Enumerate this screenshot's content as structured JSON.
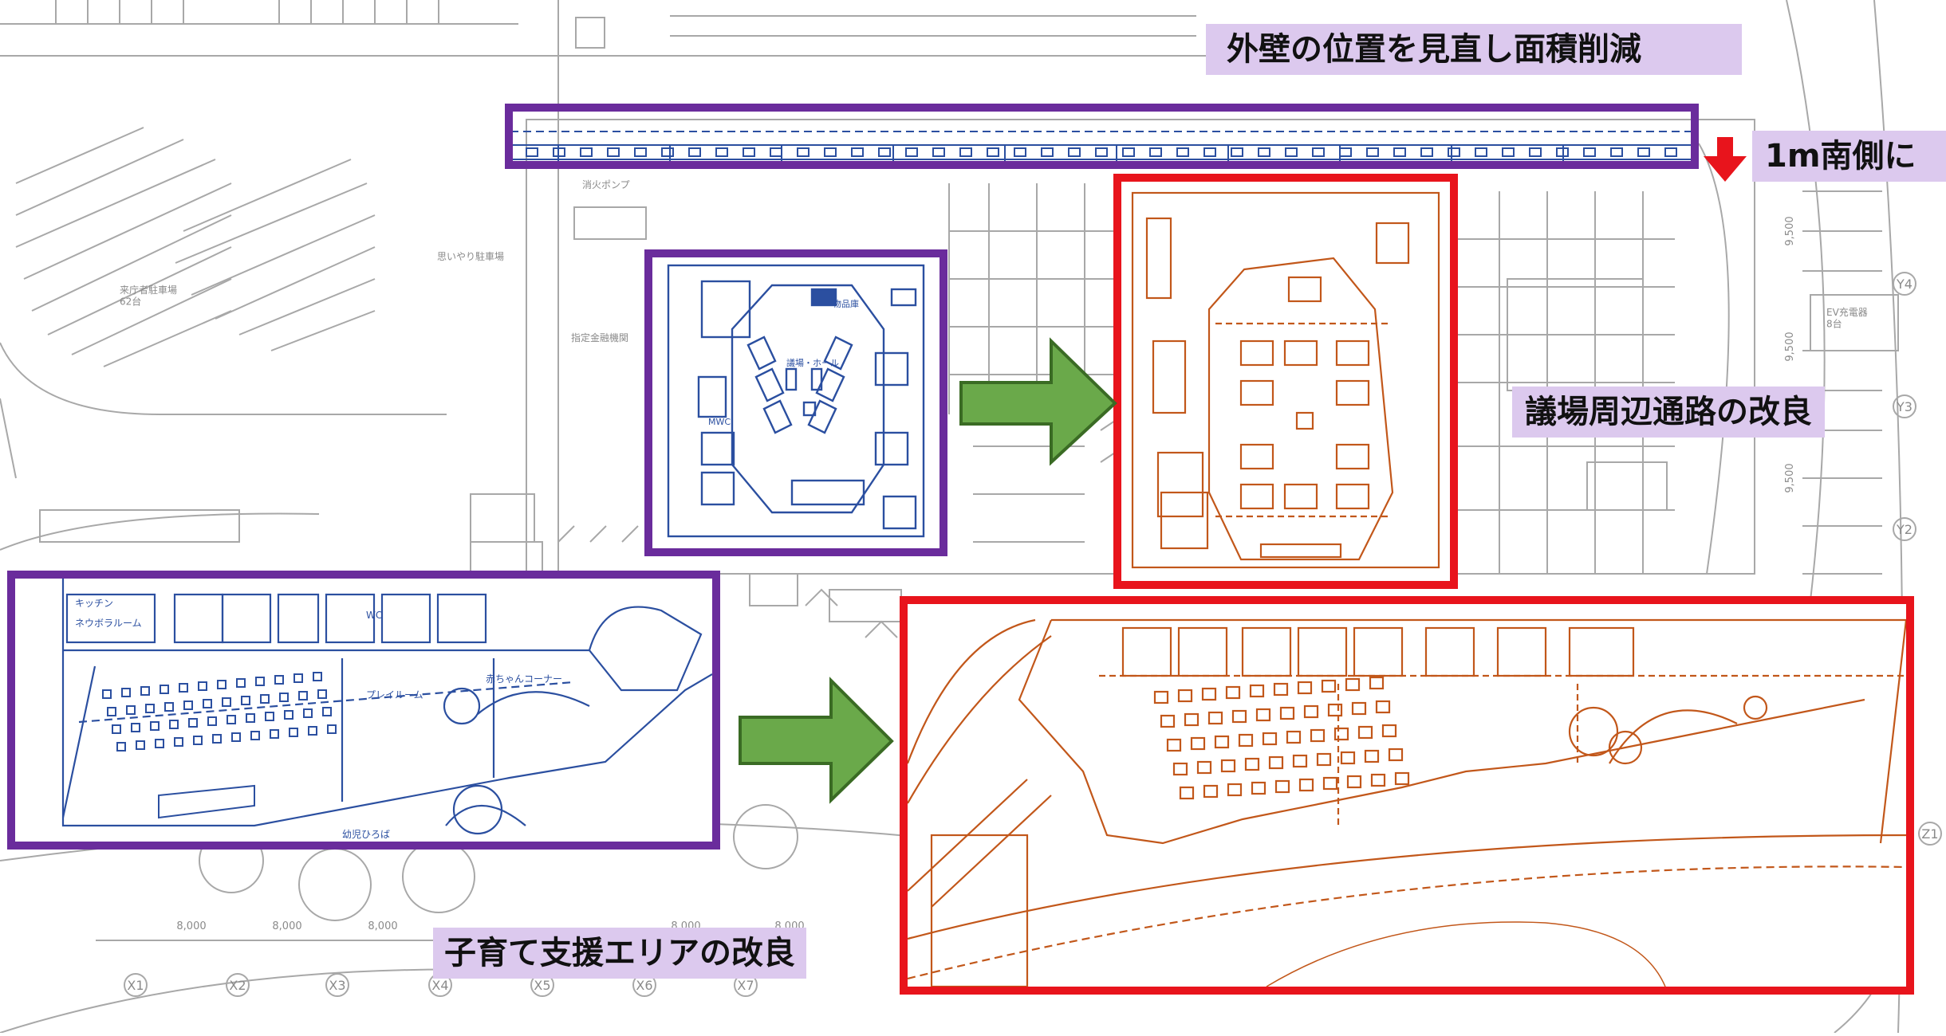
{
  "annotations": {
    "wall_reposition": "外壁の位置を見直し面積削減",
    "shift_south": "1m南側に",
    "assembly_corridor": "議場周辺通路の改良",
    "childcare_area": "子育て支援エリアの改良"
  },
  "plan_labels": {
    "parking_62": "来庁者駐車場\n62台",
    "care_parking": "思いやり駐車場",
    "ev_parking": "EV充電器\n8台",
    "designated_vehicle": "指定金融機関",
    "fire_pump": "消火ポンプ",
    "assembly_hall": "議場・ホール",
    "storage": "物品庫",
    "mwc": "MWC",
    "kitchen": "キッチン",
    "network_room": "ネウボラルーム",
    "play_room": "プレイルーム",
    "baby_corner": "赤ちゃんコーナー",
    "infant_plaza": "幼児ひろば",
    "wc": "WC"
  },
  "grid": {
    "x_axis": [
      "X1",
      "X2",
      "X3",
      "X4",
      "X5",
      "X6",
      "X7"
    ],
    "y_axis": [
      "Y4",
      "Y3",
      "Y2",
      "Z1"
    ],
    "dimensions": [
      "8,000",
      "8,000",
      "8,000",
      "8,000",
      "8,000"
    ],
    "v_dims": [
      "9,500",
      "9,500",
      "9,500"
    ]
  },
  "colors": {
    "before_frame": "#6a2c9c",
    "after_frame": "#e8141c",
    "arrow_green": "#6aa94a",
    "label_bg": "#dcc9ee",
    "before_plan": "#2b4fa0",
    "after_plan": "#c2571a",
    "base_plan": "#9a9a9a"
  }
}
